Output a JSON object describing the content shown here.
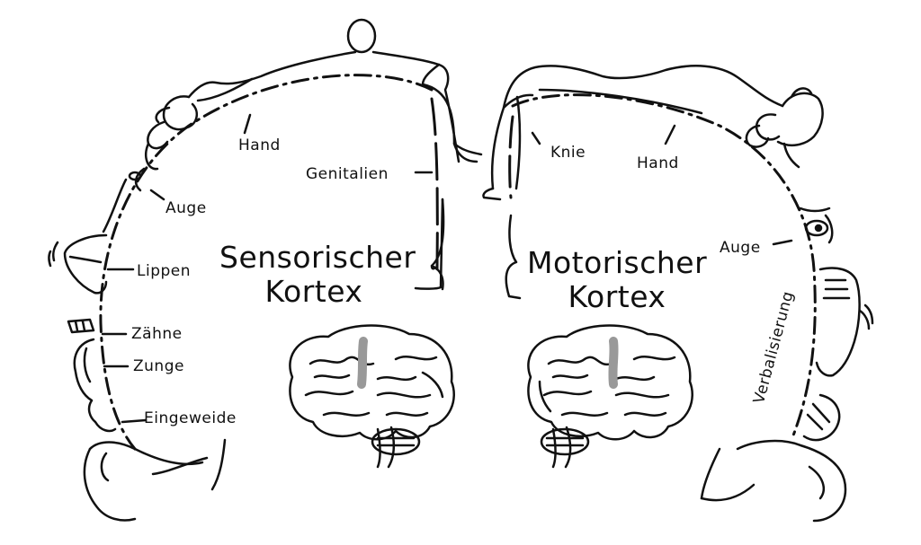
{
  "sensory": {
    "title_line1": "Sensorischer",
    "title_line2": "Kortex",
    "labels": {
      "hand": "Hand",
      "genitalien": "Genitalien",
      "auge": "Auge",
      "lippen": "Lippen",
      "zaehne": "Zähne",
      "zunge": "Zunge",
      "eingeweide": "Eingeweide"
    }
  },
  "motor": {
    "title_line1": "Motorischer",
    "title_line2": "Kortex",
    "labels": {
      "knie": "Knie",
      "hand": "Hand",
      "auge": "Auge",
      "verbalisierung": "Verbalisierung"
    }
  },
  "colors": {
    "ink": "#111111",
    "highlight": "#999999",
    "background": "#ffffff"
  },
  "icons": [
    "sensory-homunculus",
    "motor-homunculus",
    "brain-left",
    "brain-right"
  ]
}
